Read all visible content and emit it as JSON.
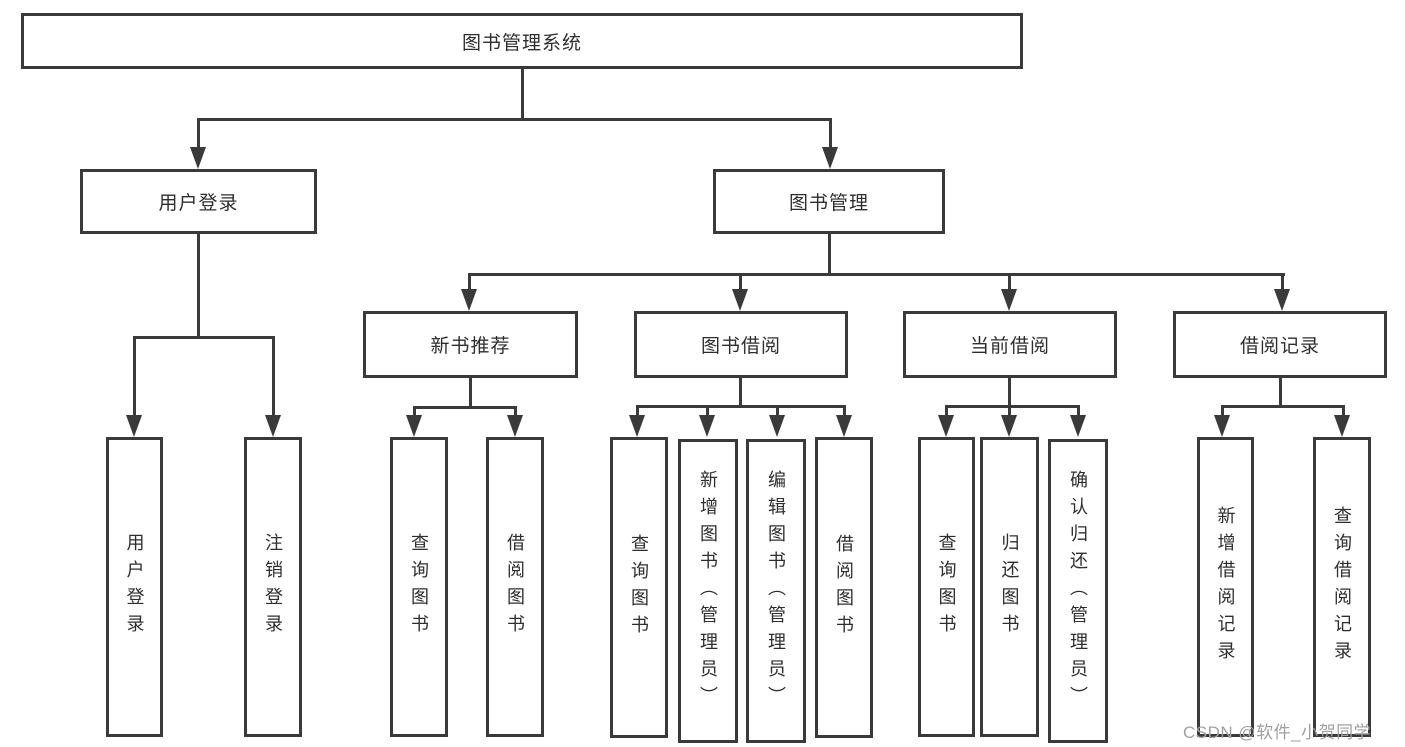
{
  "tree": {
    "label": "图书管理系统",
    "children": [
      {
        "label": "用户登录",
        "children": [
          {
            "label": "用户登录"
          },
          {
            "label": "注销登录"
          }
        ]
      },
      {
        "label": "图书管理",
        "children": [
          {
            "label": "新书推荐",
            "children": [
              {
                "label": "查询图书"
              },
              {
                "label": "借阅图书"
              }
            ]
          },
          {
            "label": "图书借阅",
            "children": [
              {
                "label": "查询图书"
              },
              {
                "label": "新增图书（管理员）"
              },
              {
                "label": "编辑图书（管理员）"
              },
              {
                "label": "借阅图书"
              }
            ]
          },
          {
            "label": "当前借阅",
            "children": [
              {
                "label": "查询图书"
              },
              {
                "label": "归还图书"
              },
              {
                "label": "确认归还（管理员）"
              }
            ]
          },
          {
            "label": "借阅记录",
            "children": [
              {
                "label": "新增借阅记录"
              },
              {
                "label": "查询借阅记录"
              }
            ]
          }
        ]
      }
    ]
  },
  "watermark": {
    "text": "CSDN @软件_小贺同学"
  },
  "colors": {
    "line": "#3a3a3a",
    "text": "#2e2e2e",
    "watermark": "#a0a0a0",
    "background": "#ffffff"
  }
}
